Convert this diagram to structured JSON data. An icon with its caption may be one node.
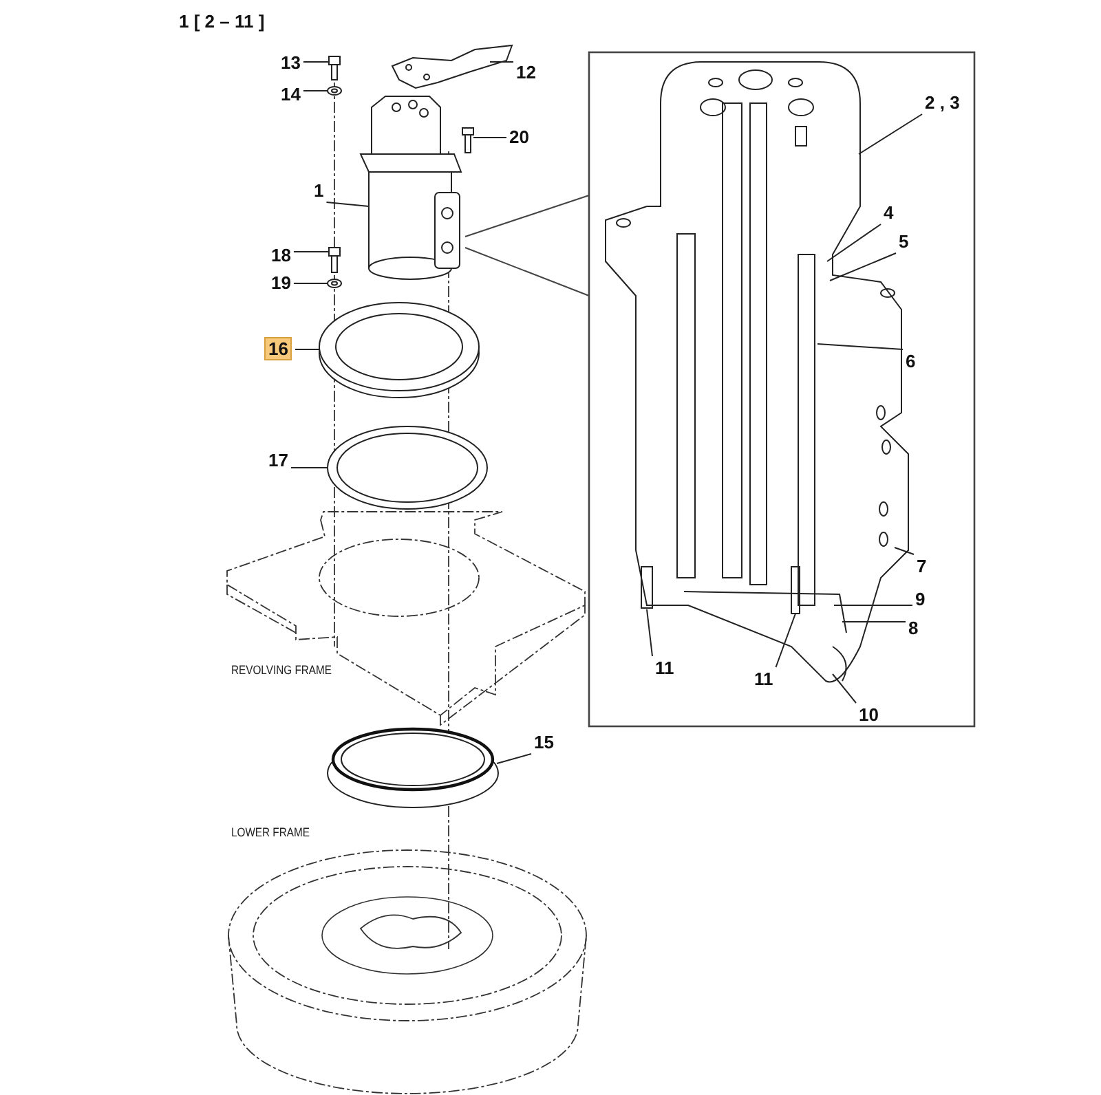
{
  "diagram": {
    "nodes": [
      {
        "text": [
          "13"
        ]
      },
      {
        "text": [],
        "shape": "picture"
      },
      {
        "text": [
          "14"
        ]
      },
      {
        "text": [],
        "shape": "picture"
      },
      {
        "text": [
          "12"
        ]
      },
      {
        "text": [],
        "shape": "picture"
      },
      {
        "text": [
          "20"
        ]
      },
      {
        "text": [],
        "shape": "picture"
      },
      {
        "text": [
          "1"
        ]
      },
      {
        "text": [],
        "shape": "picture"
      },
      {
        "text": [
          "18"
        ]
      },
      {
        "text": [],
        "shape": "picture"
      },
      {
        "text": [
          "19"
        ]
      },
      {
        "text": [],
        "shape": "picture"
      },
      {
        "text": [
          "16"
        ]
      },
      {
        "text": [],
        "shape": "picture"
      },
      {
        "text": [
          "17"
        ]
      },
      {
        "text": [],
        "shape": "picture"
      },
      {
        "text": [
          "15"
        ]
      },
      {
        "text": [],
        "shape": "picture"
      },
      {
        "text": [
          "2 , 3"
        ]
      },
      {
        "text": [
          "4"
        ]
      },
      {
        "text": [
          "5"
        ]
      },
      {
        "text": [
          "6"
        ]
      },
      {
        "text": [
          "7"
        ]
      },
      {
        "text": [
          "9"
        ]
      },
      {
        "text": [
          "8"
        ]
      },
      {
        "text": [
          "11"
        ]
      },
      {
        "text": [
          "11"
        ]
      },
      {
        "text": [
          "10"
        ]
      }
    ],
    "edges": [
      {
        "from": 0,
        "to": 1,
        "arrow": "none"
      },
      {
        "from": 2,
        "to": 3,
        "arrow": "none"
      },
      {
        "from": 4,
        "to": 5,
        "arrow": "none"
      },
      {
        "from": 6,
        "to": 7,
        "arrow": "none"
      },
      {
        "from": 8,
        "to": 9,
        "arrow": "none"
      },
      {
        "from": 10,
        "to": 11,
        "arrow": "none"
      },
      {
        "from": 12,
        "to": 13,
        "arrow": "none"
      },
      {
        "from": 14,
        "to": 15,
        "arrow": "none"
      },
      {
        "from": 16,
        "to": 17,
        "arrow": "none"
      },
      {
        "from": 18,
        "to": 19,
        "arrow": "none"
      },
      {
        "from": 20,
        "to": null,
        "arrow": "none"
      },
      {
        "from": 21,
        "to": null,
        "arrow": "none"
      },
      {
        "from": 22,
        "to": null,
        "arrow": "none"
      },
      {
        "from": 23,
        "to": null,
        "arrow": "none"
      },
      {
        "from": 24,
        "to": null,
        "arrow": "none"
      },
      {
        "from": 25,
        "to": null,
        "arrow": "none"
      },
      {
        "from": 26,
        "to": null,
        "arrow": "none"
      },
      {
        "from": 27,
        "to": null,
        "arrow": "none"
      },
      {
        "from": 28,
        "to": null,
        "arrow": "none"
      },
      {
        "from": 29,
        "to": null,
        "arrow": "none"
      }
    ],
    "labels": [
      "1 [ 2 – 11 ]",
      "REVOLVING FRAME",
      "LOWER FRAME"
    ]
  }
}
